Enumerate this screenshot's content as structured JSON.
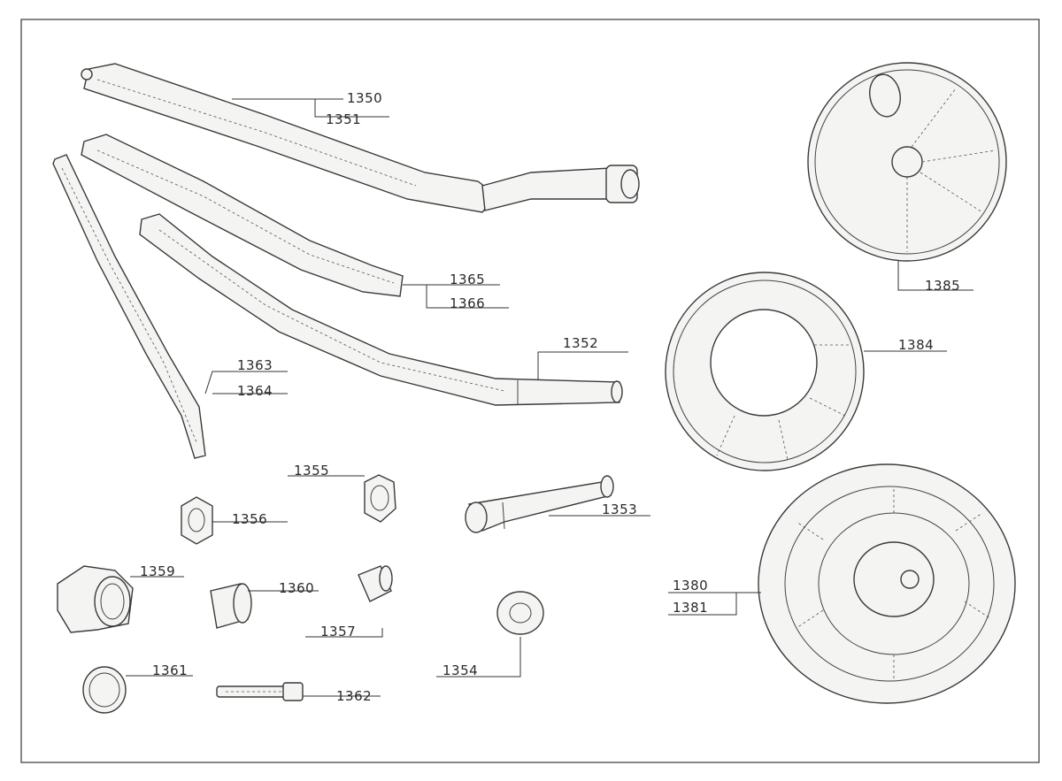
{
  "diagram": {
    "labels": {
      "l1350": "1350",
      "l1351": "1351",
      "l1365": "1365",
      "l1366": "1366",
      "l1352": "1352",
      "l1363": "1363",
      "l1364": "1364",
      "l1385": "1385",
      "l1384": "1384",
      "l1355": "1355",
      "l1356": "1356",
      "l1353": "1353",
      "l1359": "1359",
      "l1360": "1360",
      "l1357": "1357",
      "l1380": "1380",
      "l1381": "1381",
      "l1361": "1361",
      "l1362": "1362",
      "l1354": "1354"
    }
  }
}
